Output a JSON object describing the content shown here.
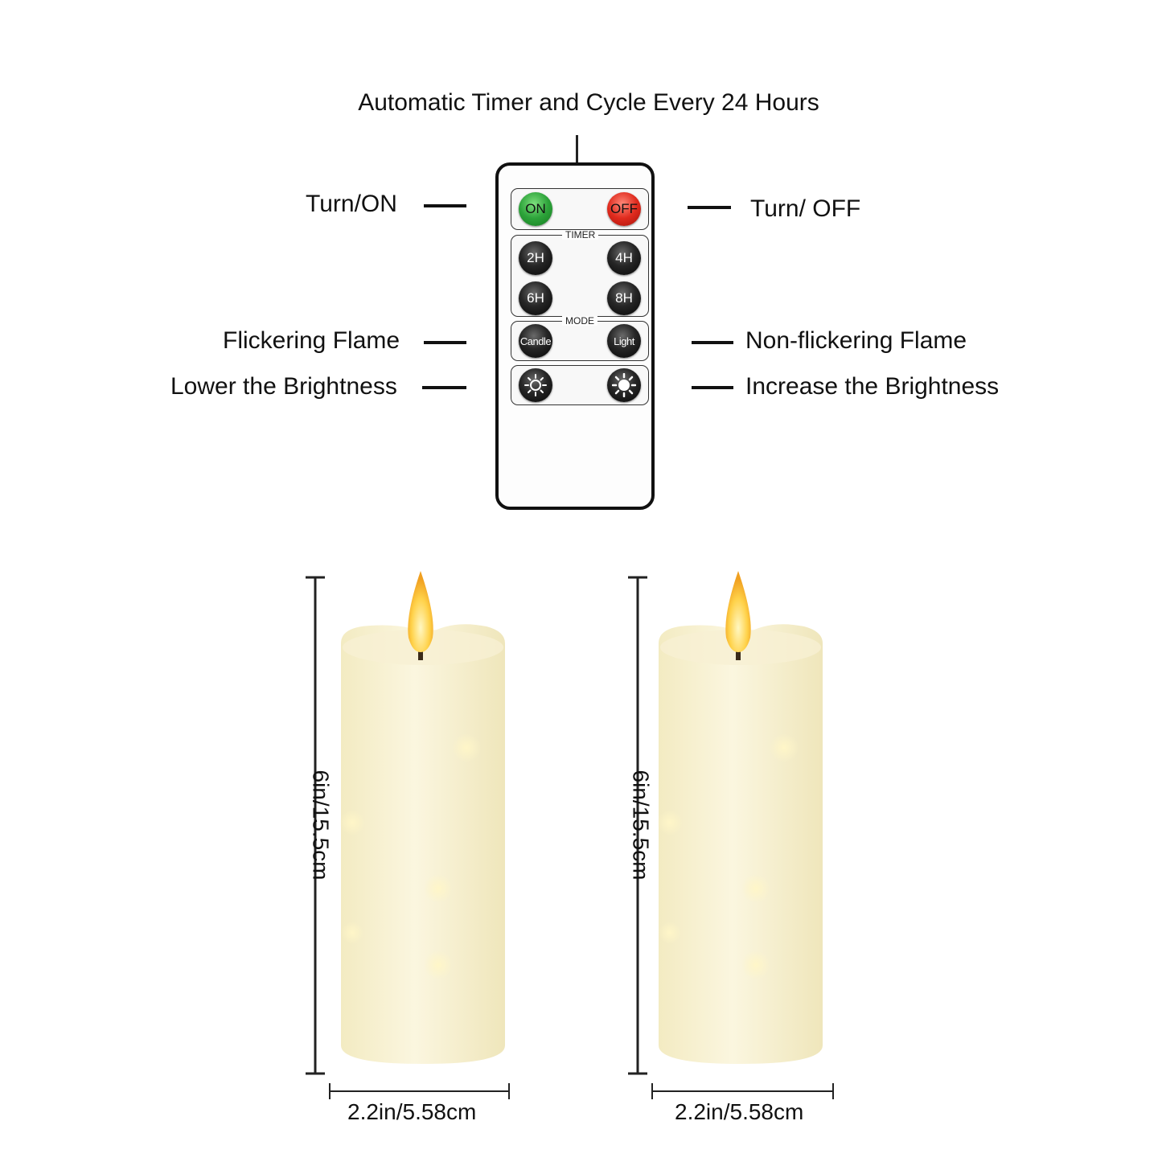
{
  "header": {
    "title": "Automatic Timer and Cycle Every 24 Hours"
  },
  "callouts": {
    "turn_on": "Turn/ON",
    "turn_off": "Turn/ OFF",
    "flicker": "Flickering Flame",
    "non_flicker": "Non-flickering Flame",
    "lower_brightness": "Lower the Brightness",
    "increase_brightness": "Increase the Brightness"
  },
  "remote": {
    "on_label": "ON",
    "off_label": "OFF",
    "timer_label": "TIMER",
    "timers": [
      "2H",
      "4H",
      "6H",
      "8H"
    ],
    "mode_label": "MODE",
    "candle_label": "Candle",
    "light_label": "Light",
    "colors": {
      "on": "#2da33a",
      "off": "#e02b1e",
      "button": "#111111"
    },
    "icons": {
      "dim": "sun-outline-icon",
      "bright": "sun-filled-icon"
    }
  },
  "candles": [
    {
      "height_label": "6in/15.5cm",
      "width_label": "2.2in/5.58cm"
    },
    {
      "height_label": "6in/15.5cm",
      "width_label": "2.2in/5.58cm"
    }
  ]
}
